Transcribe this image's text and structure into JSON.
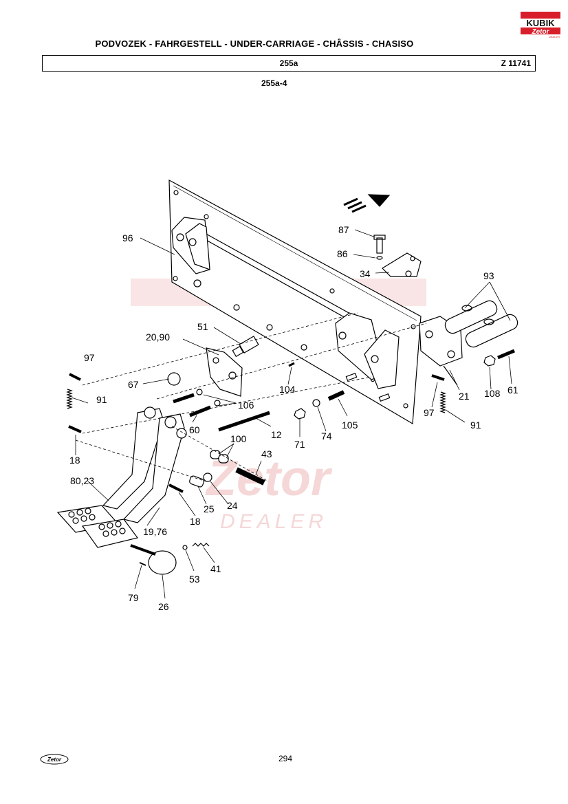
{
  "header": {
    "title": "PODVOZEK - FAHRGESTELL - UNDER-CARRIAGE - CHÂSSIS - CHASISO",
    "group_code": "255a",
    "drawing_ref": "Z 11741",
    "figure_id": "255a-4"
  },
  "brand": {
    "logo_top": "KUBIK",
    "logo_mid": "Zetor",
    "logo_sub": "DEALER",
    "footer_logo": "Zetor"
  },
  "watermark": {
    "line1": "Zetor",
    "line2": "DEALER"
  },
  "page_number": "294",
  "callouts": {
    "c96": "96",
    "c87": "87",
    "c86": "86",
    "c34": "34",
    "c93": "93",
    "c51": "51",
    "c2090": "20,90",
    "c97a": "97",
    "c67": "67",
    "c91a": "91",
    "c106": "106",
    "c104": "104",
    "c60": "60",
    "c12": "12",
    "c105": "105",
    "c71": "71",
    "c74": "74",
    "c21": "21",
    "c97b": "97",
    "c91b": "91",
    "c108": "108",
    "c61": "61",
    "c18a": "18",
    "c100": "100",
    "c43": "43",
    "c8023": "80,23",
    "c25": "25",
    "c24": "24",
    "c18b": "18",
    "c1976": "19,76",
    "c41": "41",
    "c53": "53",
    "c79": "79",
    "c26": "26"
  },
  "colors": {
    "ink": "#000000",
    "watermark": "#f2c7c7",
    "logo_red": "#d81e2a"
  }
}
